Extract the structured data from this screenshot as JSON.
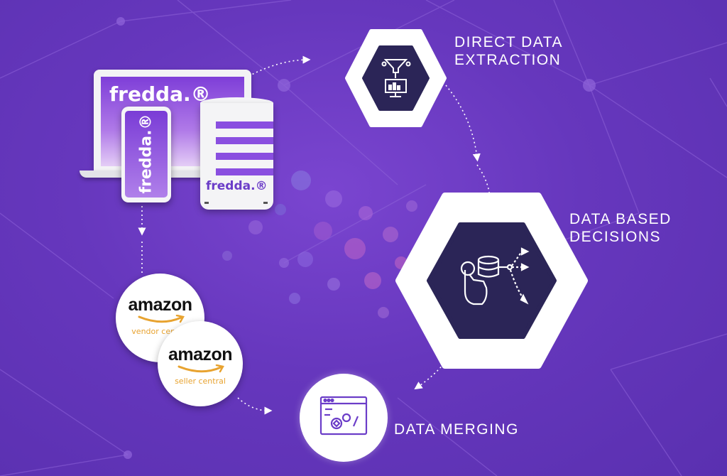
{
  "brand": {
    "laptop_logo": "fredda.®",
    "phone_logo": "fredda.®",
    "server_logo": "fredda.®"
  },
  "steps": {
    "extraction": {
      "line1": "DIRECT DATA",
      "line2": "EXTRACTION"
    },
    "decisions": {
      "line1": "DATA BASED",
      "line2": "DECISIONS"
    },
    "merging": {
      "label": "DATA MERGING"
    }
  },
  "amazon_vendor": {
    "logo": "amazon",
    "sub": "vendor central"
  },
  "amazon_seller": {
    "logo": "amazon",
    "sub": "seller central"
  },
  "colors": {
    "background": "#6a3ac0",
    "hex_dark": "#2b2557",
    "brand_purple": "#8a4fe0",
    "amazon_orange": "#e8a330"
  }
}
